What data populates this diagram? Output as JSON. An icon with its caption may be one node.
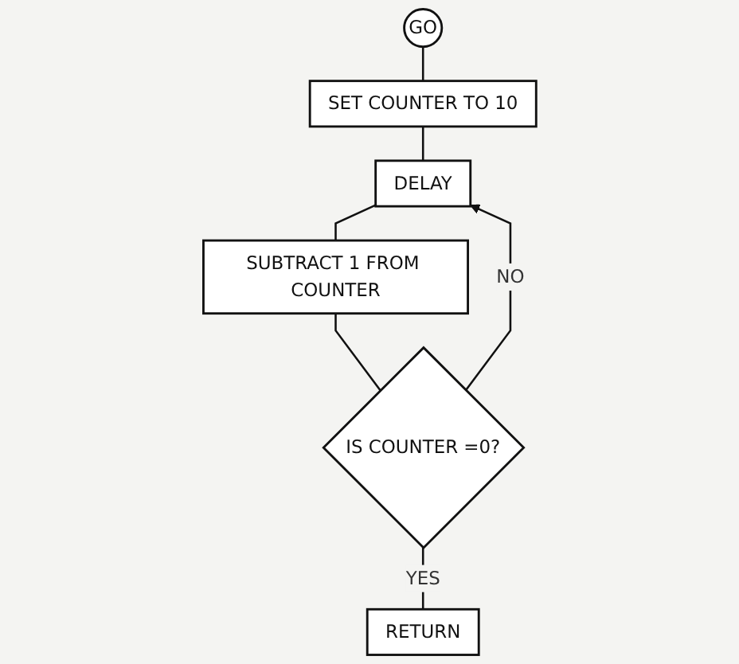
{
  "diagram": {
    "nodes": [
      {
        "text": [
          "GO"
        ]
      },
      {
        "text": [
          "SET COUNTER TO 10"
        ]
      },
      {
        "text": [
          "DELAY"
        ]
      },
      {
        "text": [
          "SUBTRACT 1 FROM COUNTER"
        ]
      },
      {
        "text": [
          "IS COUNTER =0?"
        ]
      },
      {
        "text": [
          "RETURN"
        ]
      }
    ],
    "edges": [
      {
        "from": 0,
        "to": 1,
        "arrow": "none"
      },
      {
        "from": 1,
        "to": 2,
        "arrow": "none"
      },
      {
        "from": 2,
        "to": 3,
        "arrow": "none"
      },
      {
        "from": 3,
        "to": 4,
        "arrow": "none"
      },
      {
        "from": 4,
        "to": 2,
        "arrow": "to",
        "label": "NO"
      },
      {
        "from": 4,
        "to": 5,
        "arrow": "none",
        "label": "YES"
      }
    ]
  }
}
